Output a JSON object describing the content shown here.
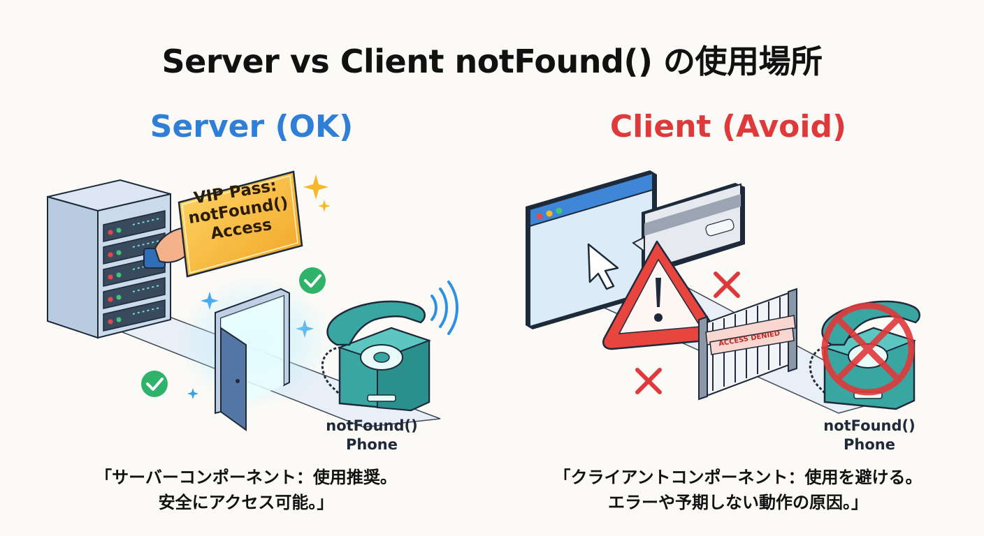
{
  "title": "Server vs Client notFound() の使用場所",
  "server": {
    "heading": "Server (OK)",
    "vip_pass": [
      "VIP Pass:",
      "notFound()",
      "Access"
    ],
    "phone_label": [
      "notFound()",
      "Phone"
    ],
    "caption": [
      "「サーバーコンポーネント：使用推奨。",
      "安全にアクセス可能。」"
    ],
    "color": "#2f7fd8"
  },
  "client": {
    "heading": "Client (Avoid)",
    "tape_text": "ACCESS DENIED",
    "phone_label": [
      "notFound()",
      "Phone"
    ],
    "caption": [
      "「クライアントコンポーネント：使用を避ける。",
      "エラーや予期しない動作の原因。」"
    ],
    "color": "#e0393b"
  },
  "icons": [
    "server-icon",
    "vip-pass-icon",
    "door-icon",
    "check-icon",
    "sparkle-icon",
    "phone-icon",
    "browser-window-icon",
    "cursor-icon",
    "credit-card-icon",
    "warning-icon",
    "cross-icon",
    "gate-icon",
    "prohibited-icon"
  ]
}
